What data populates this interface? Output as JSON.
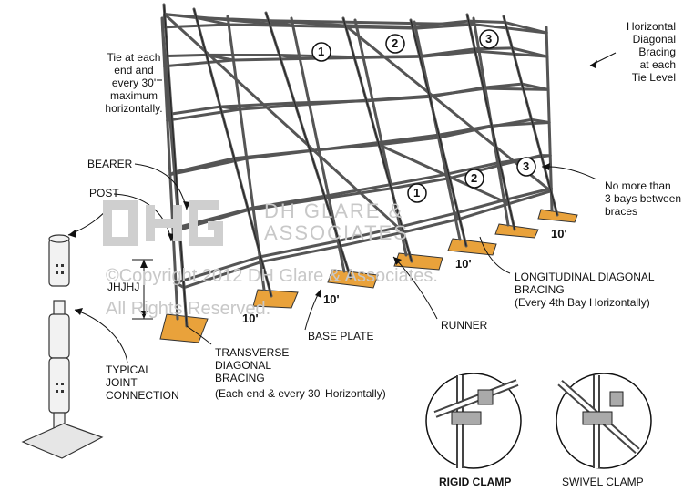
{
  "labels": {
    "horizontal_bracing": "Horizontal\nDiagonal\nBracing\nat each\nTie Level",
    "tie": "Tie at each\nend and\nevery 30'\nmaximum\nhorizontally.",
    "bearer": "BEARER",
    "post": "POST",
    "jhjhj": "JHJHJ",
    "no_more_bays": "No more than\n3 bays between\nbraces",
    "longitudinal_title": "LONGITUDINAL DIAGONAL\nBRACING",
    "longitudinal_note": "(Every 4th Bay Horizontally)",
    "runner": "RUNNER",
    "base_plate": "BASE PLATE",
    "transverse_title": "TRANSVERSE\nDIAGONAL\nBRACING",
    "transverse_note": "(Each end & every 30' Horizontally)",
    "typical_joint": "TYPICAL\nJOINT\nCONNECTION",
    "rigid_clamp": "RIGID CLAMP",
    "swivel_clamp": "SWIVEL CLAMP"
  },
  "dimensions": [
    "10'",
    "10'",
    "10'",
    "10'"
  ],
  "bay_numbers_top": [
    "1",
    "2",
    "3"
  ],
  "bay_numbers_mid": [
    "1",
    "2",
    "3"
  ],
  "watermark": {
    "logo": "DHG",
    "name": "DH GLARE &\nASSOCIATES",
    "copyright": "©Copyright 2012 DH Glare & Associates.",
    "rights": "All Rights Reserved."
  },
  "colors": {
    "tube": "#555555",
    "plate": "#e9a23b",
    "watermark": "#c8c8c8"
  }
}
